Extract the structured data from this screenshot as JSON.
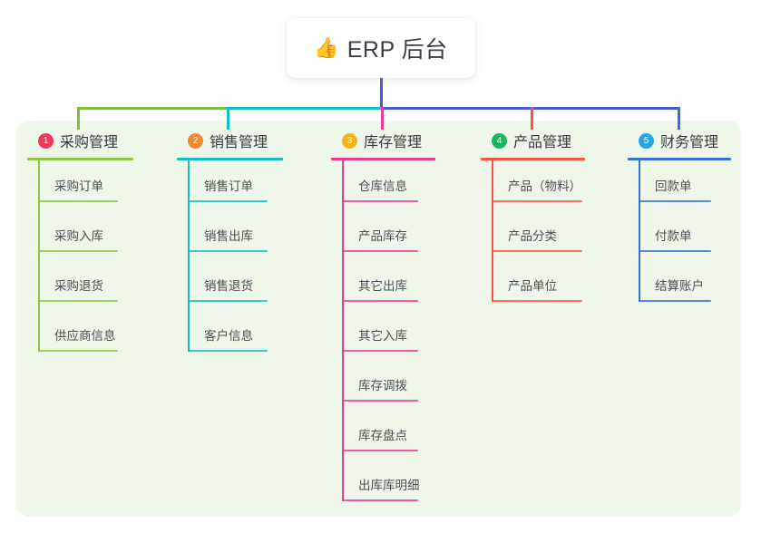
{
  "page": {
    "background": "#ffffff",
    "panel_color": "#eef7ea"
  },
  "root": {
    "icon": "thumbs-up-icon",
    "icon_glyph": "👍",
    "label": "ERP 后台"
  },
  "connector": {
    "stem_color": "#4a5bd0",
    "bus_segment_colors": [
      "#7dbe43",
      "#14bfc4",
      "#4a5bd0"
    ],
    "drop_colors": [
      "#7dbe43",
      "#14bfc4",
      "#ec3b93",
      "#fb5445",
      "#3a6fd8"
    ]
  },
  "columns": [
    {
      "index": "1",
      "badge_number": "1",
      "badge_color": "#f2385a",
      "accent": "#8dc63f",
      "title": "采购管理",
      "items": [
        "采购订单",
        "采购入库",
        "采购退货",
        "供应商信息"
      ]
    },
    {
      "index": "2",
      "badge_number": "2",
      "badge_color": "#f08732",
      "accent": "#13bec4",
      "title": "销售管理",
      "items": [
        "销售订单",
        "销售出库",
        "销售退货",
        "客户信息"
      ]
    },
    {
      "index": "3",
      "badge_number": "3",
      "badge_color": "#f5b316",
      "accent": "#ec3b93",
      "title": "库存管理",
      "items": [
        "仓库信息",
        "产品库存",
        "其它出库",
        "其它入库",
        "库存调拨",
        "库存盘点",
        "出库库明细"
      ]
    },
    {
      "index": "4",
      "badge_number": "4",
      "badge_color": "#1ab55c",
      "accent": "#fb5445",
      "title": "产品管理",
      "items": [
        "产品（物料）",
        "产品分类",
        "产品单位"
      ]
    },
    {
      "index": "5",
      "badge_number": "5",
      "badge_color": "#29a5e3",
      "accent": "#3a6fd8",
      "title": "财务管理",
      "items": [
        "回款单",
        "付款单",
        "结算账户"
      ]
    }
  ]
}
